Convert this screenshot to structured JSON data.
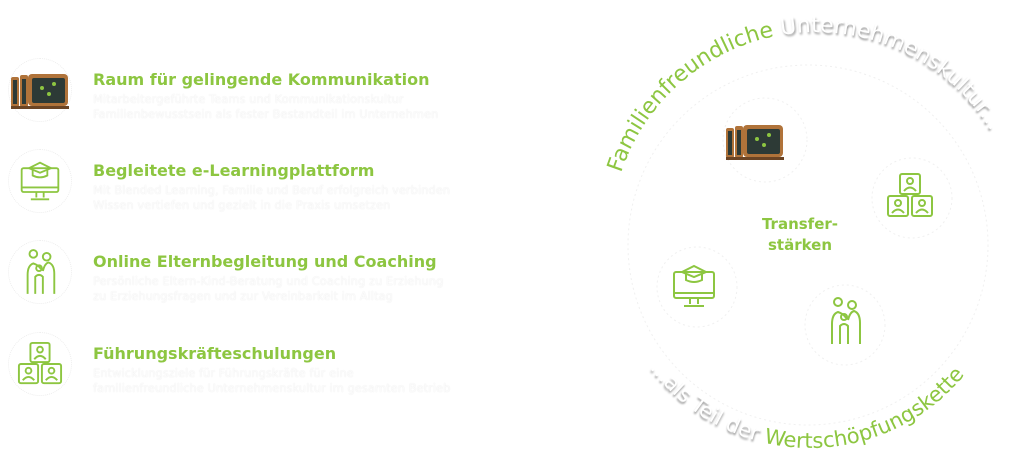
{
  "items": [
    {
      "title": "Raum für gelingende Kommunikation",
      "desc1": "Mitarbeitergeführte Teams und Kommunikationskultur",
      "desc2": "Familienbewusstsein als fester Bestandteil im Unternehmen",
      "icon": "chalkboard-icon"
    },
    {
      "title": "Begleitete e-Learningplattform",
      "desc1": "Mit Blended Learning, Familie und Beruf erfolgreich verbinden",
      "desc2": "Wissen vertiefen und gezielt in die Praxis umsetzen",
      "icon": "elearning-monitor-icon"
    },
    {
      "title": "Online Elternbegleitung und Coaching",
      "desc1": "Persönliche Eltern-Kind-Beratung und Coaching zu Erziehung",
      "desc2": "zu Erziehungsfragen und zur Vereinbarkeit im Alltag",
      "icon": "family-icon"
    },
    {
      "title": "Führungskräfteschulungen",
      "desc1": "Entwicklungsziele für Führungskräfte für eine",
      "desc2": "familienfreundliche Unternehmenskultur im gesamten Betrieb",
      "icon": "puzzle-team-icon"
    }
  ],
  "diagram": {
    "arc_top_green": "Familienfreundliche",
    "arc_top_white": " Unternehmenskultur...",
    "arc_bottom_white": "...als Teil der ",
    "arc_bottom_green": "Wertschöpfungskette",
    "center_line1": "Transfer-",
    "center_line2": "stärken"
  },
  "colors": {
    "accent": "#8dc641",
    "board": "#2d3a36",
    "wood": "#b0733a"
  }
}
